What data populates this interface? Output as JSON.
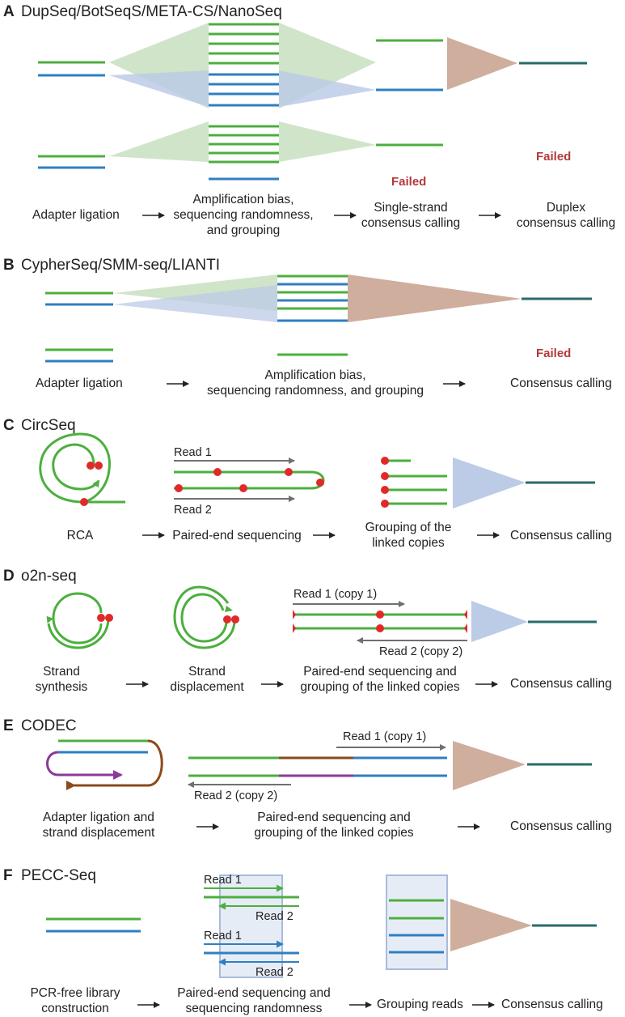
{
  "colors": {
    "green": "#4caf3e",
    "blue": "#2f7fc0",
    "teal": "#2a6b6a",
    "fan_green": "#c8dfc0",
    "fan_blue": "#bccbe6",
    "fan_brown": "#cfae9e",
    "red_dot": "#e02a2a",
    "failed": "#b23a3a",
    "read_arrow": "#707070",
    "brown": "#8b4a1c",
    "purple": "#8a3a9a",
    "box_fill": "#e6ecf6",
    "box_stroke": "#a9bbdd"
  },
  "panels": {
    "a": {
      "letter": "A",
      "title": "DupSeq/BotSeqS/META-CS/NanoSeq",
      "failed1": "Failed",
      "failed2": "Failed",
      "step1": "Adapter ligation",
      "step2_l1": "Amplification bias,",
      "step2_l2": "sequencing randomness,",
      "step2_l3": "and grouping",
      "step3_l1": "Single-strand",
      "step3_l2": "consensus calling",
      "step4_l1": "Duplex",
      "step4_l2": "consensus calling"
    },
    "b": {
      "letter": "B",
      "title": "CypherSeq/SMM-seq/LIANTI",
      "failed": "Failed",
      "step1": "Adapter ligation",
      "step2_l1": "Amplification bias,",
      "step2_l2": "sequencing randomness, and grouping",
      "step3": "Consensus calling"
    },
    "c": {
      "letter": "C",
      "title": "CircSeq",
      "read1": "Read 1",
      "read2": "Read 2",
      "step1": "RCA",
      "step2": "Paired-end sequencing",
      "step3_l1": "Grouping of the",
      "step3_l2": "linked copies",
      "step4": "Consensus calling"
    },
    "d": {
      "letter": "D",
      "title": "o2n-seq",
      "read1": "Read 1 (copy 1)",
      "read2": "Read 2 (copy 2)",
      "step1_l1": "Strand",
      "step1_l2": "synthesis",
      "step2_l1": "Strand",
      "step2_l2": "displacement",
      "step3_l1": "Paired-end sequencing and",
      "step3_l2": "grouping of the linked copies",
      "step4": "Consensus calling"
    },
    "e": {
      "letter": "E",
      "title": "CODEC",
      "read1": "Read 1 (copy 1)",
      "read2": "Read 2 (copy 2)",
      "step1_l1": "Adapter ligation and",
      "step1_l2": "strand displacement",
      "step2_l1": "Paired-end sequencing and",
      "step2_l2": "grouping of the linked copies",
      "step3": "Consensus calling"
    },
    "f": {
      "letter": "F",
      "title": "PECC-Seq",
      "read1a": "Read 1",
      "read2a": "Read 2",
      "read1b": "Read 1",
      "read2b": "Read 2",
      "step1_l1": "PCR-free library",
      "step1_l2": "construction",
      "step2_l1": "Paired-end sequencing and",
      "step2_l2": "sequencing randomness",
      "step3": "Grouping reads",
      "step4": "Consensus calling"
    }
  }
}
